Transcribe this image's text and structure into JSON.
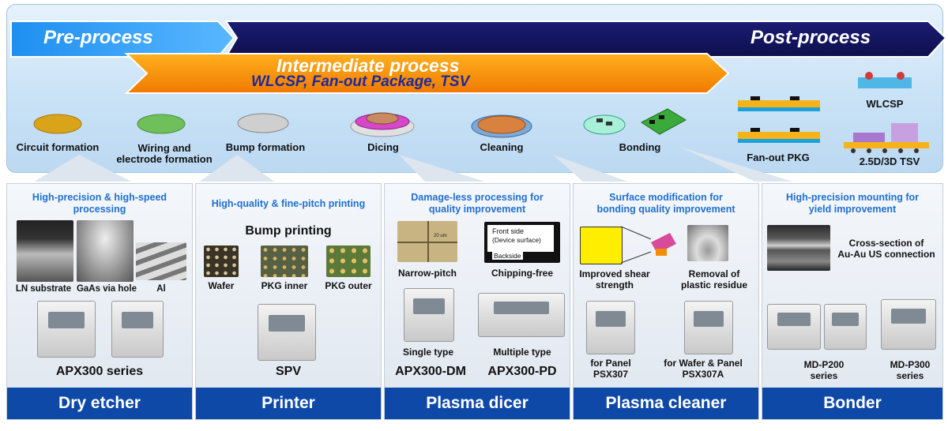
{
  "flow": {
    "pre": "Pre-process",
    "post": "Post-process",
    "intermediate": "Intermediate process",
    "intermediate_sub": "WLCSP, Fan-out Package, TSV"
  },
  "stages": {
    "circuit": "Circuit formation",
    "wiring_1": "Wiring and",
    "wiring_2": "electrode formation",
    "bump": "Bump formation",
    "dicing": "Dicing",
    "cleaning": "Cleaning",
    "bonding": "Bonding",
    "fanout": "Fan-out PKG",
    "wlcsp": "WLCSP",
    "tsv": "2.5D/3D TSV"
  },
  "columns": {
    "etcher": {
      "head_1": "High-precision & high-speed",
      "head_2": "processing",
      "ln": "LN substrate",
      "gaas": "GaAs via hole",
      "al": "Al",
      "series": "APX300 series",
      "title": "Dry etcher"
    },
    "printer": {
      "head": "High-quality & fine-pitch printing",
      "bump": "Bump printing",
      "wafer": "Wafer",
      "inner": "PKG inner",
      "outer": "PKG outer",
      "model": "SPV",
      "title": "Printer"
    },
    "dicer": {
      "head_1": "Damage-less processing for",
      "head_2": "quality improvement",
      "front_1": "Front side",
      "front_2": "(Device surface)",
      "back": "Backside",
      "scale": "20 um",
      "narrow": "Narrow-pitch",
      "chipping": "Chipping-free",
      "single": "Single type",
      "multiple": "Multiple type",
      "dm": "APX300-DM",
      "pd": "APX300-PD",
      "title": "Plasma dicer"
    },
    "cleaner": {
      "head_1": "Surface modification for",
      "head_2": "bonding quality improvement",
      "shear_1": "Improved shear",
      "shear_2": "strength",
      "residue_1": "Removal of",
      "residue_2": "plastic residue",
      "panel_1": "for Panel",
      "panel_2": "PSX307",
      "wafer_1": "for Wafer & Panel",
      "wafer_2": "PSX307A",
      "title": "Plasma cleaner"
    },
    "bonder": {
      "head_1": "High-precision mounting for",
      "head_2": "yield improvement",
      "cross_1": "Cross-section of",
      "cross_2": "Au-Au US connection",
      "p200_1": "MD-P200",
      "p200_2": "series",
      "p300_1": "MD-P300",
      "p300_2": "series",
      "title": "Bonder"
    }
  }
}
